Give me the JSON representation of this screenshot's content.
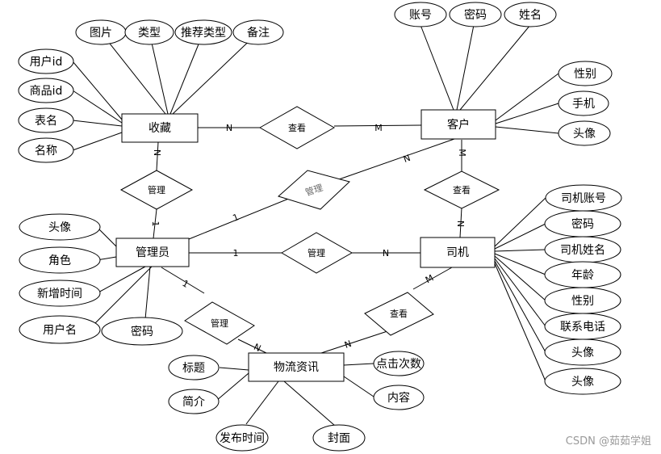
{
  "entities": {
    "favorite": "收藏",
    "customer": "客户",
    "admin": "管理员",
    "driver": "司机",
    "logistics_news": "物流资讯"
  },
  "relationships": {
    "favorite_customer": "查看",
    "favorite_admin": "管理",
    "admin_customer": "管理",
    "customer_driver": "查看",
    "admin_driver": "管理",
    "driver_news": "查看",
    "admin_news": "管理"
  },
  "attributes": {
    "favorite": [
      "图片",
      "类型",
      "推荐类型",
      "备注",
      "用户id",
      "商品id",
      "表名",
      "名称"
    ],
    "customer": [
      "账号",
      "密码",
      "姓名",
      "性别",
      "手机",
      "头像"
    ],
    "admin": [
      "头像",
      "角色",
      "新增时间",
      "用户名",
      "密码"
    ],
    "driver": [
      "司机账号",
      "密码",
      "司机姓名",
      "年龄",
      "性别",
      "联系电话",
      "头像",
      "头像"
    ],
    "logistics_news": [
      "标题",
      "简介",
      "发布时间",
      "封面",
      "点击次数",
      "内容"
    ]
  },
  "cardinalities": {
    "favorite_customer_left": "N",
    "favorite_customer_right": "M",
    "favorite_admin_top": "N",
    "favorite_admin_bottom": "1",
    "admin_customer_left": "1",
    "admin_customer_right": "N",
    "customer_driver_top": "M",
    "customer_driver_bottom": "N",
    "admin_driver_left": "1",
    "admin_driver_right": "N",
    "driver_news_top": "M",
    "driver_news_bottom": "N",
    "admin_news_top": "1",
    "admin_news_bottom": "N"
  },
  "watermark": "CSDN @茹茹学姐"
}
